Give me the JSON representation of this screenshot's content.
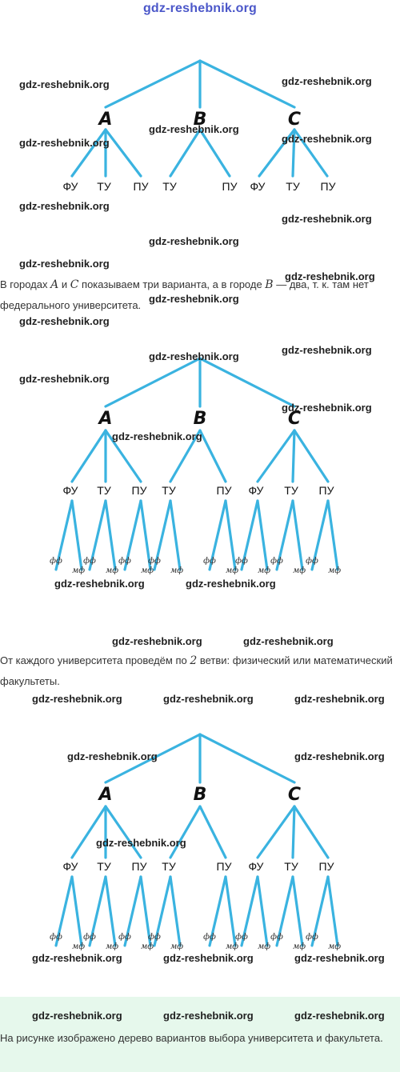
{
  "site_watermark": "gdz-reshebnik.org",
  "header_watermark": "gdz-reshebnik.org",
  "tree": {
    "cities": [
      "A",
      "B",
      "C"
    ],
    "universities": {
      "A": [
        "ФУ",
        "ТУ",
        "ПУ"
      ],
      "B": [
        "ТУ",
        "ПУ"
      ],
      "C": [
        "ФУ",
        "ТУ",
        "ПУ"
      ]
    },
    "faculties": [
      "фф",
      "мф"
    ],
    "line_color": "#3ab3e0"
  },
  "paragraphs": {
    "p1": {
      "t1": "В городах ",
      "v1": "A",
      "t2": " и ",
      "v2": "C",
      "t3": " показываем три варианта, а в городе ",
      "v3": "B",
      "t4": " — два, т. к. там нет федерального университета."
    },
    "p2": {
      "t1": "От каждого университета проведём по ",
      "v1": "2",
      "t2": " ветви: физический или математический факультеты."
    },
    "p3": {
      "text": "На рисунке изображено дерево вариантов выбора университета и факультета."
    }
  },
  "colors": {
    "green_box": "#e6f8ec",
    "header_watermark": "#4b57c9"
  }
}
